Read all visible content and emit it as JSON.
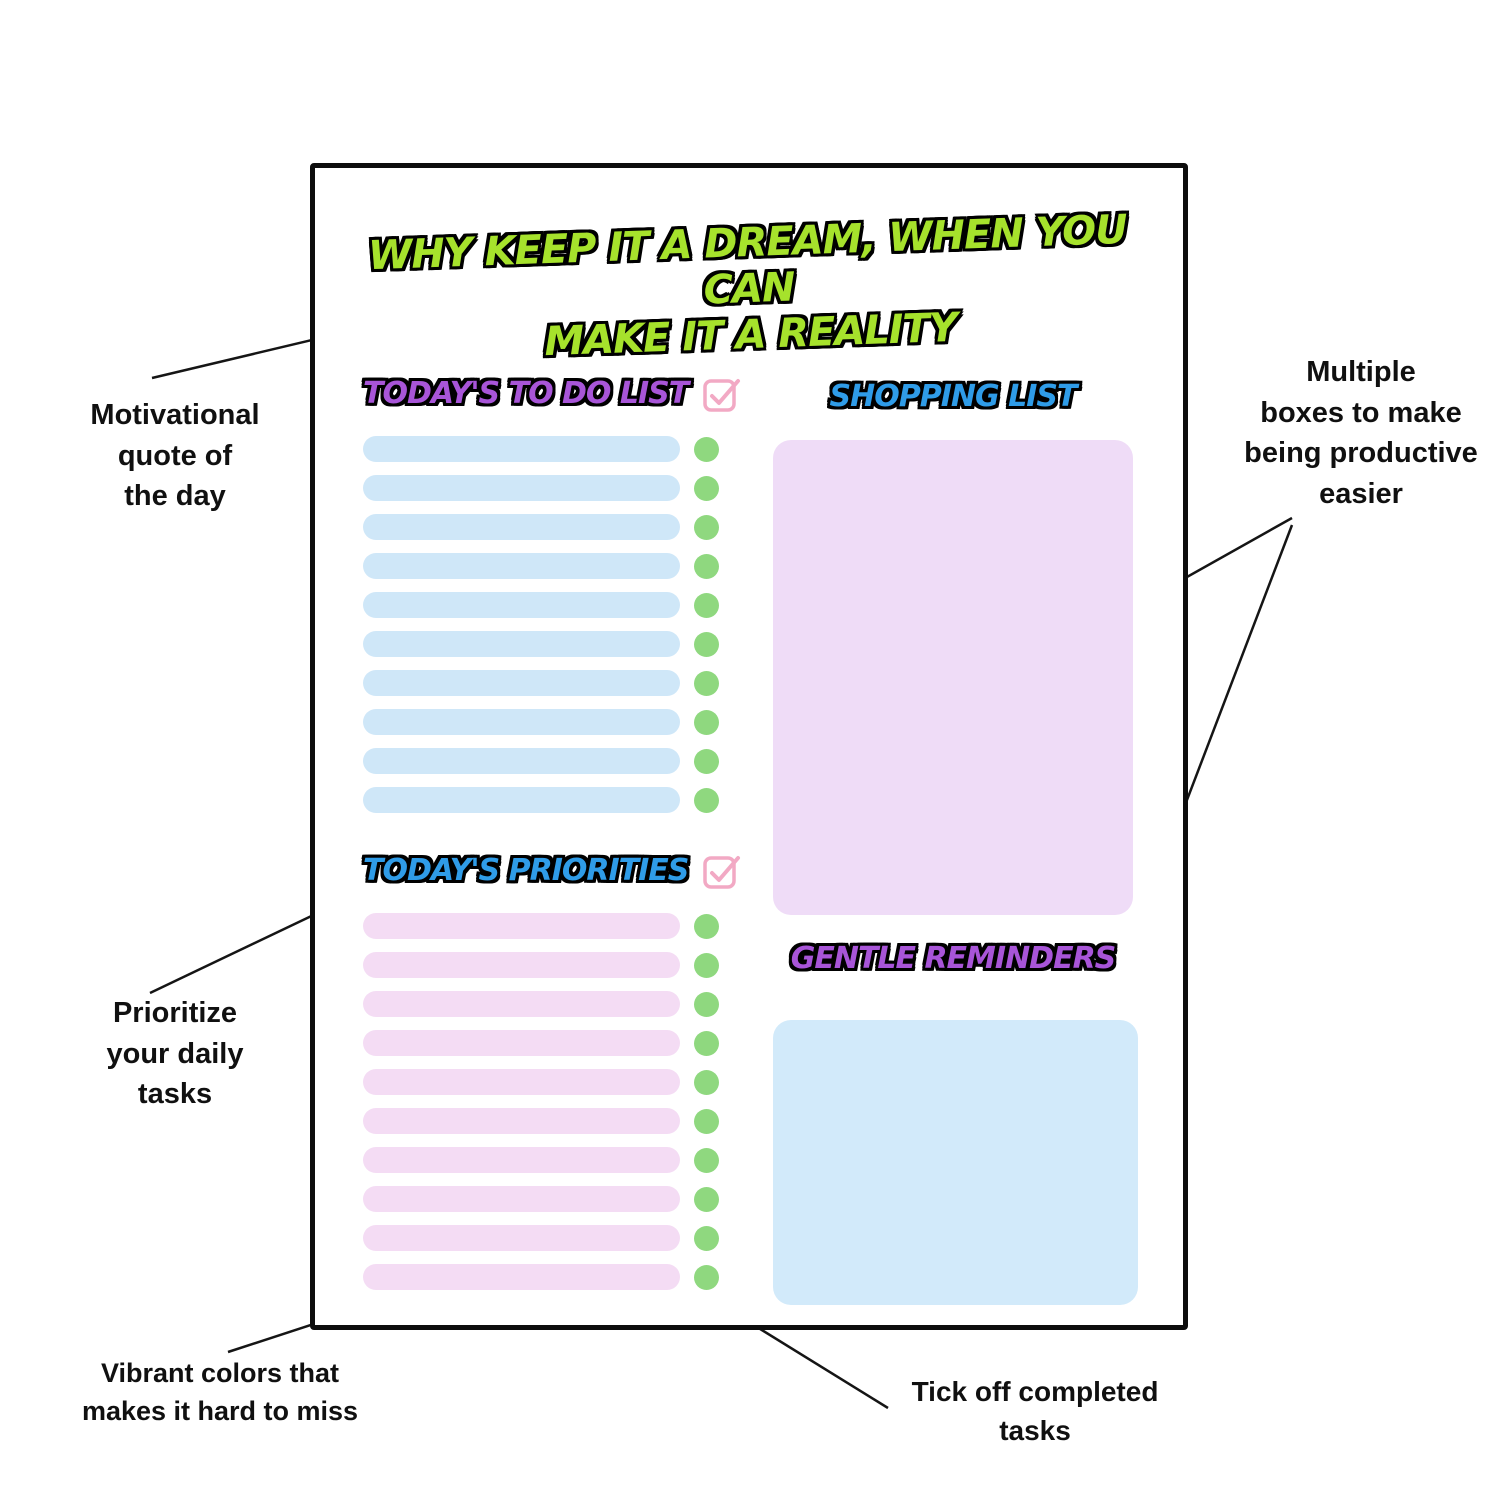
{
  "colors": {
    "quote_green": "#a6e22c",
    "header_purple": "#a855d8",
    "header_blue": "#2f9ce8",
    "bar_blue": "#cfe7f8",
    "bar_pink": "#f4dcf4",
    "box_purple": "#efdcf7",
    "box_blue": "#d2eafa",
    "dot_green": "#8fd87f",
    "check_pink": "#f2a9c4",
    "line_black": "#151515"
  },
  "planner": {
    "quote": "WHY KEEP IT A DREAM, WHEN YOU CAN\nMAKE IT A REALITY",
    "todo": {
      "title": "TODAY'S TO DO LIST",
      "row_count": 10
    },
    "priorities": {
      "title": "TODAY'S PRIORITIES",
      "row_count": 10
    },
    "shopping": {
      "title": "SHOPPING LIST"
    },
    "reminders": {
      "title": "GENTLE REMINDERS"
    }
  },
  "annotations": {
    "quote_note": "Motivational\nquote of\nthe day",
    "boxes_note": "Multiple\nboxes to make\nbeing productive\neasier",
    "priorities_note": "Prioritize\nyour daily\ntasks",
    "colors_note": "Vibrant colors that\nmakes it hard to miss",
    "tick_note": "Tick off completed\ntasks"
  }
}
